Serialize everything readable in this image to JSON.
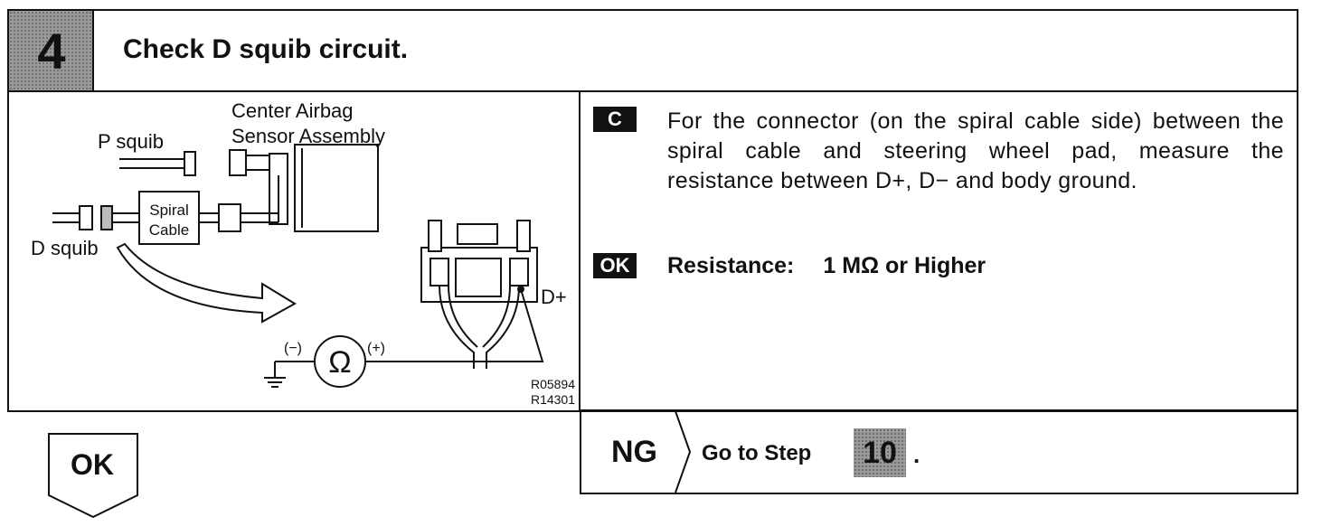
{
  "step": {
    "number": "4",
    "title": "Check D squib circuit."
  },
  "diagram": {
    "labels": {
      "center_airbag_line1": "Center Airbag",
      "center_airbag_line2": "Sensor Assembly",
      "p_squib": "P squib",
      "d_squib": "D squib",
      "spiral_line1": "Spiral",
      "spiral_line2": "Cable",
      "d_plus": "D+",
      "minus": "(−)",
      "plus": "(+)",
      "ohm": "Ω",
      "code1": "R05894",
      "code2": "R14301"
    }
  },
  "instruction": {
    "badge": "C",
    "text": "For the connector (on the spiral cable side) between the spiral cable and steering wheel pad, measure the resistance between D+, D− and body ground."
  },
  "result": {
    "badge": "OK",
    "label": "Resistance:",
    "value": "1 MΩ or Higher"
  },
  "ng_branch": {
    "label": "NG",
    "goto": "Go to Step",
    "step": "10",
    "suffix": "."
  },
  "ok_branch": {
    "label": "OK"
  }
}
